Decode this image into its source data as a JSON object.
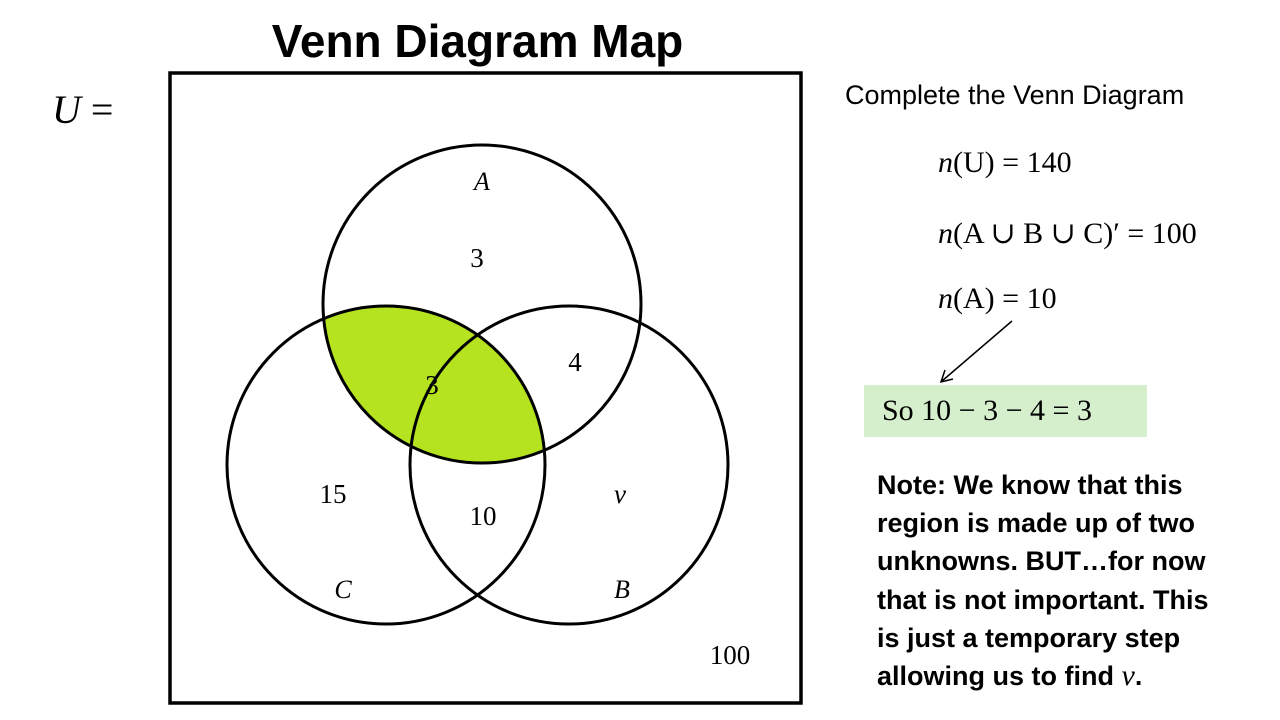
{
  "title": "Venn Diagram Map",
  "universe_label": {
    "variable": "U",
    "operator": " ="
  },
  "venn": {
    "set_labels": {
      "A": "A",
      "B": "B",
      "C": "C"
    },
    "regions": {
      "a_only": "3",
      "a_and_c_only": "3",
      "a_and_b_only": "4",
      "c_only": "15",
      "b_and_c_only": "10",
      "b_only": "v",
      "outside": "100"
    },
    "highlight_color": "#b5e31f",
    "highlighted_region": "A∩C"
  },
  "instructions": {
    "heading": "Complete the Venn Diagram",
    "equations": {
      "n_u": {
        "prefix": "n",
        "body": "(U) = 140"
      },
      "n_union": {
        "prefix": "n",
        "body": "(A ∪ B ∪ C)′ = 100"
      },
      "n_a": {
        "prefix": "n",
        "body": "(A) = 10"
      }
    },
    "so_box": {
      "text": "So 10 − 3 − 4 = 3",
      "background": "#d5efcc"
    },
    "note": {
      "lines": [
        "Note: We know that this",
        "region is made up of two",
        "unknowns. BUT…for now",
        "that is not important. This",
        "is just a temporary step",
        "allowing us to find "
      ],
      "variable": "v",
      "end": "."
    }
  }
}
